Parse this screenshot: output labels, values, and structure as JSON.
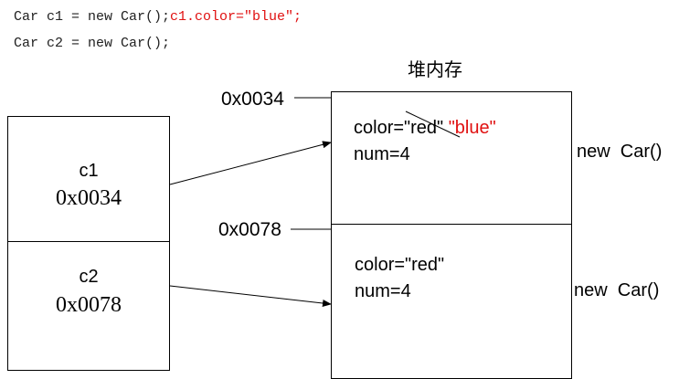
{
  "code": {
    "line1_part1": "Car c1 = new Car();",
    "line1_part2": "c1.color=\"blue\";",
    "line2": "Car c2 = new Car();"
  },
  "heap_title": "堆内存",
  "stack": [
    {
      "name": "c1",
      "address": "0x0034"
    },
    {
      "name": "c2",
      "address": "0x0078"
    }
  ],
  "heap": [
    {
      "address": "0x0034",
      "color_field": "color=\"red\"",
      "new_value": "\"blue\"",
      "num_field": "num=4",
      "label": "new  Car()"
    },
    {
      "address": "0x0078",
      "color_field": "color=\"red\"",
      "num_field": "num=4",
      "label": "new  Car()"
    }
  ],
  "colors": {
    "accent_red": "#e01010",
    "line": "#000000"
  }
}
